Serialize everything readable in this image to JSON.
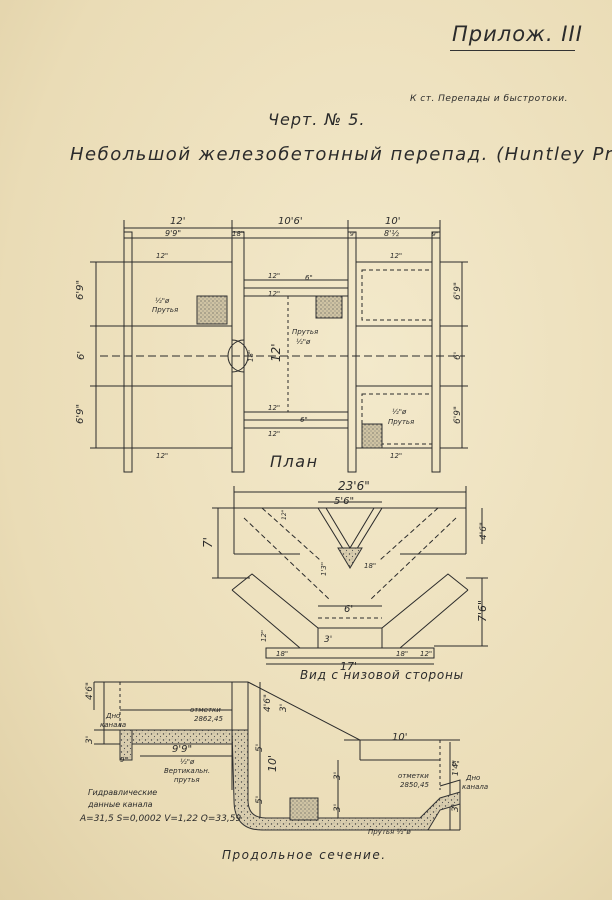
{
  "header": {
    "appendix": "Прилож. III",
    "reference": "К ст. Перепады и быстротоки.",
    "drawing_no": "Черт. № 5.",
    "title": "Небольшой железобетонный перепад. (Huntley Proj)"
  },
  "views": {
    "plan": "План",
    "front": "Вид с низовой стороны",
    "longitudinal": "Продольное сечение."
  },
  "plan_dims": {
    "top_left": "12'",
    "top_mid": "10'6'",
    "top_right": "10'",
    "sub_left": "9'9\"",
    "sub_18": "18\"",
    "sub_right": "8'½",
    "sub_r9": "9\"",
    "sub_r9b": "9\"",
    "left_69a": "6'9\"",
    "left_6": "6'",
    "left_69b": "6'9\"",
    "right_69a": "6'9\"",
    "right_6": "6'",
    "right_69b": "6'9\"",
    "center_12": "12'",
    "c18": "18\"",
    "r12a": "12\"",
    "r12b": "12\"",
    "r12c": "12\"",
    "r12d": "12\"",
    "r12e": "12\"",
    "r12f": "12\"",
    "r12g": "12\"",
    "r12h": "12\"",
    "r6a": "6\"",
    "r6b": "6\"",
    "rod_left_1": "½\"ø",
    "rod_left_2": "Прутья",
    "rod_center_1": "Прутья",
    "rod_center_2": "½\"ø",
    "rod_right_1": "½\"ø",
    "rod_right_2": "Прутья"
  },
  "front_dims": {
    "total": "23'6\"",
    "inner": "5'6\"",
    "h7": "7'",
    "h46": "4'6\"",
    "h76": "7'6\"",
    "w6": "6'",
    "w17": "17'",
    "d3": "3'",
    "d12a": "12\"",
    "d12b": "12\"",
    "d12c": "12\"",
    "d18a": "18\"",
    "d18b": "18\"",
    "d18c": "18\"",
    "d13": "1'3\""
  },
  "long_dims": {
    "h46": "4'6\"",
    "h3a": "3'",
    "h46b": "4'6\"",
    "h3b": "3'",
    "h10": "10'",
    "h5a": "5'",
    "h5b": "5'",
    "h3c": "3'",
    "h3d": "3'",
    "h14": "1'4\"",
    "h3e": "3'",
    "w99": "9'9\"",
    "w10": "10'",
    "d9": "9\"",
    "d6": "6\"",
    "mark_left_1": "отметки",
    "mark_left_2": "2862,45",
    "mark_right_1": "отметки",
    "mark_right_2": "2850,45",
    "bottom_left_1": "Дно",
    "bottom_left_2": "канала",
    "bottom_right_1": "Дно",
    "bottom_right_2": "канала",
    "vert_rods_1": "½\"ø",
    "vert_rods_2": "Вертикальн.",
    "vert_rods_3": "прутья",
    "rods_bottom": "Прутья ½\"ø",
    "hyd_1": "Гидравлические",
    "hyd_2": "данные канала",
    "hyd_3": "A=31,5 S=0,0002 V=1,22 Q=33,59"
  }
}
